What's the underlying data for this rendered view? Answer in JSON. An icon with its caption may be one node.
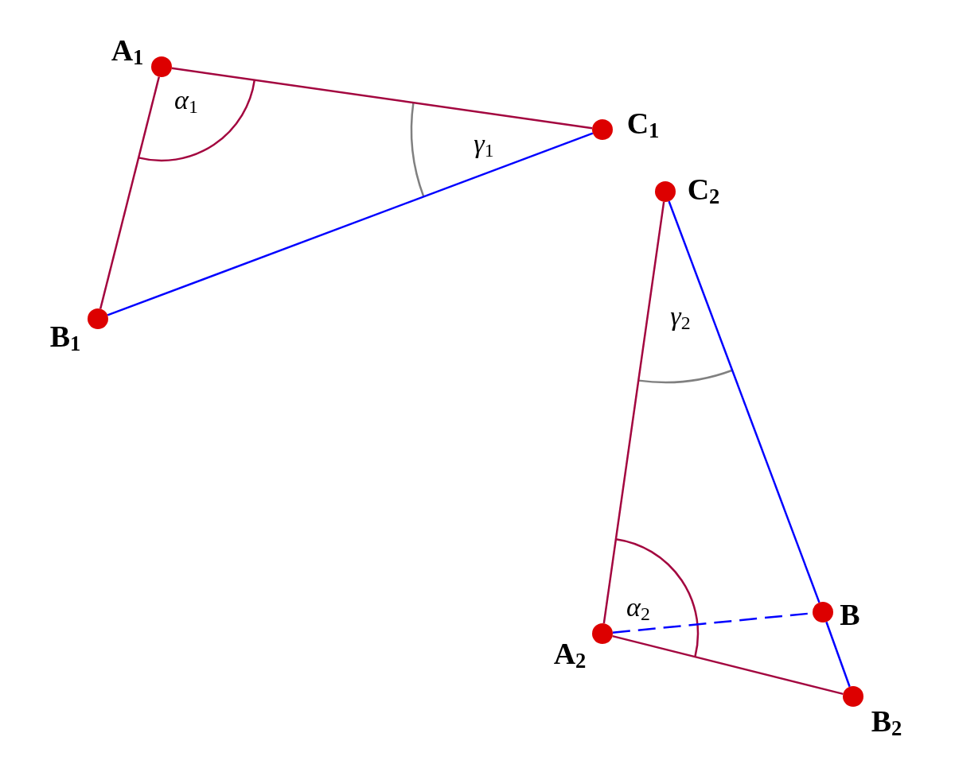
{
  "diagram": {
    "nodes": [
      {
        "text": [],
        "shape": "circle",
        "beside": [
          "A$_{1}$"
        ]
      },
      {
        "text": [],
        "shape": "circle",
        "beside": [
          "C$_{1}$"
        ]
      },
      {
        "text": [],
        "shape": "circle",
        "beside": [
          "B$_{1}$"
        ]
      },
      {
        "text": [],
        "shape": "circle",
        "beside": [
          "C$_{2}$"
        ]
      },
      {
        "text": [],
        "shape": "circle",
        "beside": [
          "B"
        ]
      },
      {
        "text": [],
        "shape": "circle",
        "beside": [
          "A$_{2}$"
        ]
      },
      {
        "text": [],
        "shape": "circle",
        "beside": [
          "B$_{2}$"
        ]
      }
    ],
    "edges": [
      {
        "from": 0,
        "to": 1,
        "arrow": "none",
        "color": "#a3063f"
      },
      {
        "from": 0,
        "to": 2,
        "arrow": "none",
        "color": "#a3063f"
      },
      {
        "from": 2,
        "to": 1,
        "arrow": "none",
        "color": "#0000ff"
      },
      {
        "from": 3,
        "to": 5,
        "arrow": "none",
        "color": "#a3063f"
      },
      {
        "from": 3,
        "to": 4,
        "arrow": "none",
        "color": "#0000ff"
      },
      {
        "from": 4,
        "to": 6,
        "arrow": "none",
        "color": "#0000ff"
      },
      {
        "from": 5,
        "to": 6,
        "arrow": "none",
        "color": "#a3063f"
      },
      {
        "from": 5,
        "to": 4,
        "arrow": "none",
        "style": "dashed",
        "color": "#0000ff"
      }
    ],
    "labels": [
      "α$_{1}$",
      "γ$_{1}$",
      "γ$_{2}$",
      "α$_{2}$"
    ]
  }
}
